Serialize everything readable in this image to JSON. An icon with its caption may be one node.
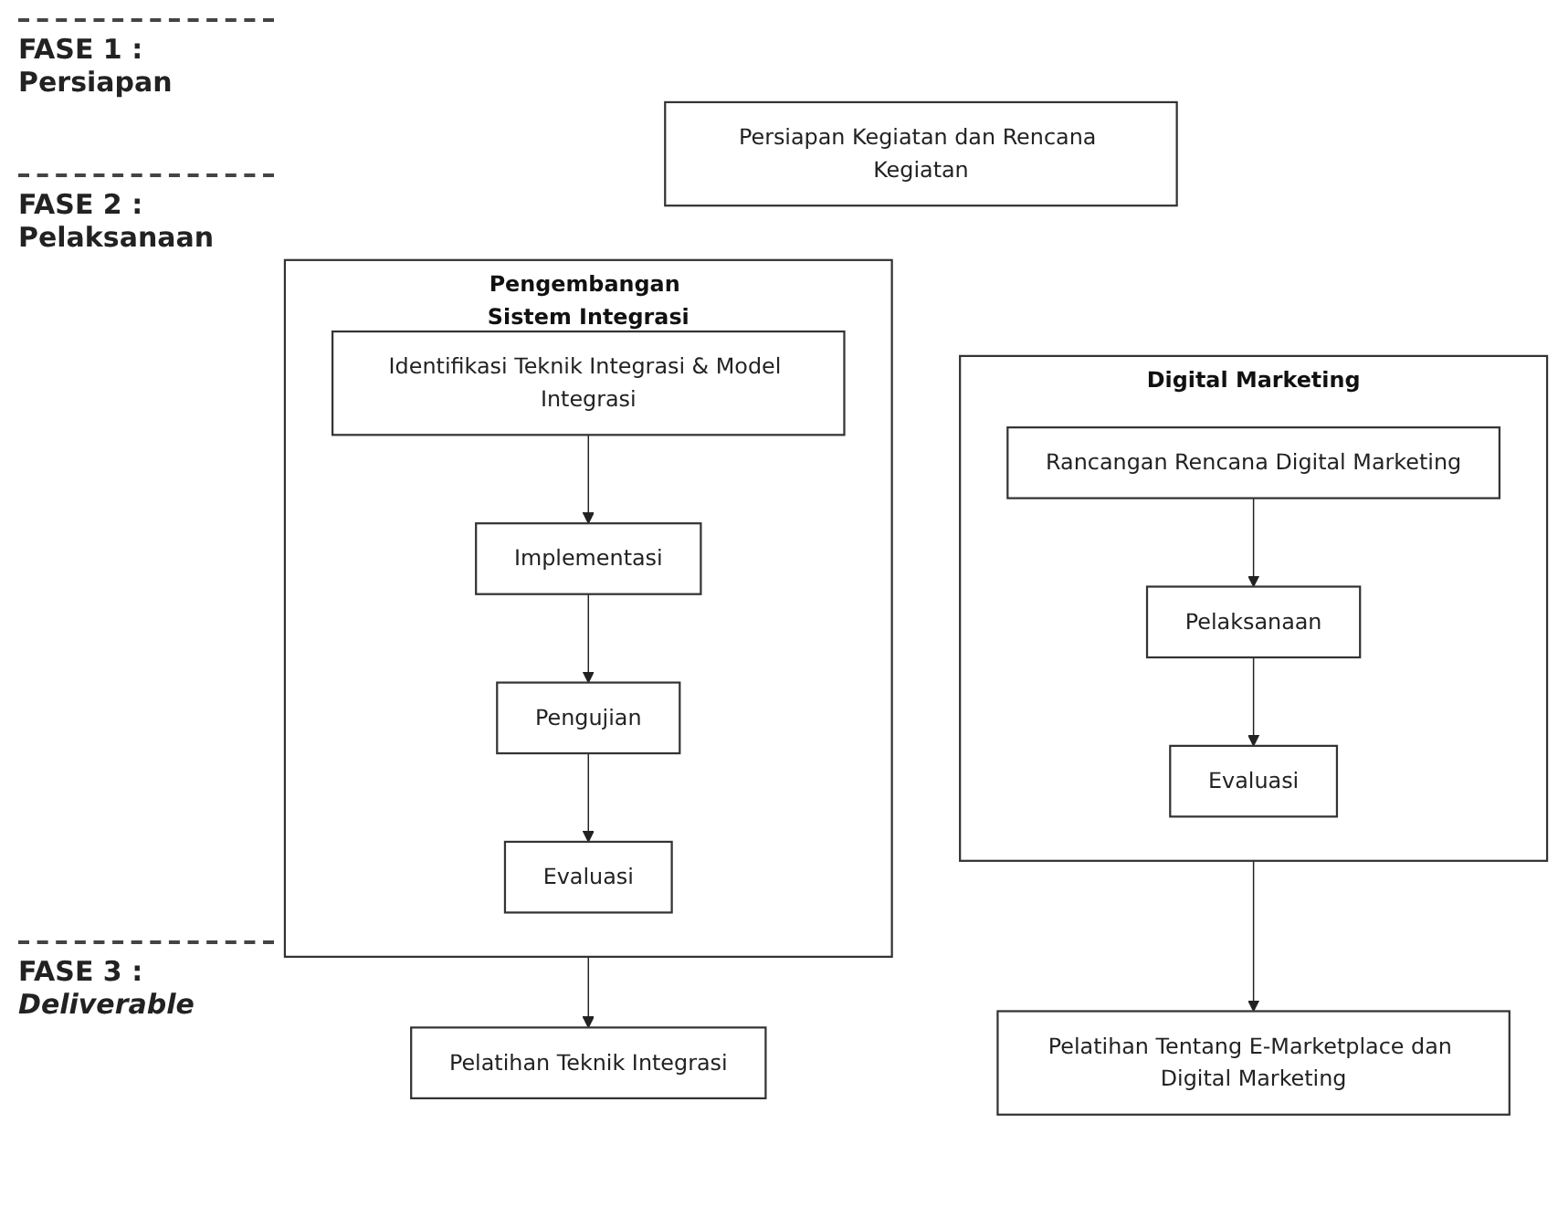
{
  "diagram": {
    "nodes": [
      {
        "text": [
          "Persiapan Kegiatan dan Rencana Kegiatan"
        ]
      },
      {
        "text": [
          "Pengembangan Sistem Integrasi"
        ]
      },
      {
        "text": [
          "Identifikasi Teknik Integrasi & Model Integrasi"
        ],
        "in": 1
      },
      {
        "text": [
          "Implementasi"
        ],
        "in": 1
      },
      {
        "text": [
          "Pengujian"
        ],
        "in": 1
      },
      {
        "text": [
          "Evaluasi"
        ],
        "in": 1
      },
      {
        "text": [
          "Digital Marketing"
        ]
      },
      {
        "text": [
          "Rancangan Rencana Digital Marketing"
        ],
        "in": 6
      },
      {
        "text": [
          "Pelaksanaan"
        ],
        "in": 6
      },
      {
        "text": [
          "Evaluasi"
        ],
        "in": 6
      },
      {
        "text": [
          "Pelatihan Teknik Integrasi"
        ]
      },
      {
        "text": [
          "Pelatihan Tentang E-Marketplace dan Digital Marketing"
        ]
      }
    ],
    "edges": [
      {
        "from": 2,
        "to": 3,
        "arrow": "to"
      },
      {
        "from": 3,
        "to": 4,
        "arrow": "to"
      },
      {
        "from": 4,
        "to": 5,
        "arrow": "to"
      },
      {
        "from": 1,
        "to": 10,
        "arrow": "to"
      },
      {
        "from": 7,
        "to": 8,
        "arrow": "to"
      },
      {
        "from": 8,
        "to": 9,
        "arrow": "to"
      },
      {
        "from": 6,
        "to": 11,
        "arrow": "to"
      }
    ],
    "labels": [
      "FASE 1 :",
      "Persiapan",
      "FASE 2 :",
      "Pelaksanaan",
      "FASE 3 :",
      "Deliverable"
    ]
  }
}
